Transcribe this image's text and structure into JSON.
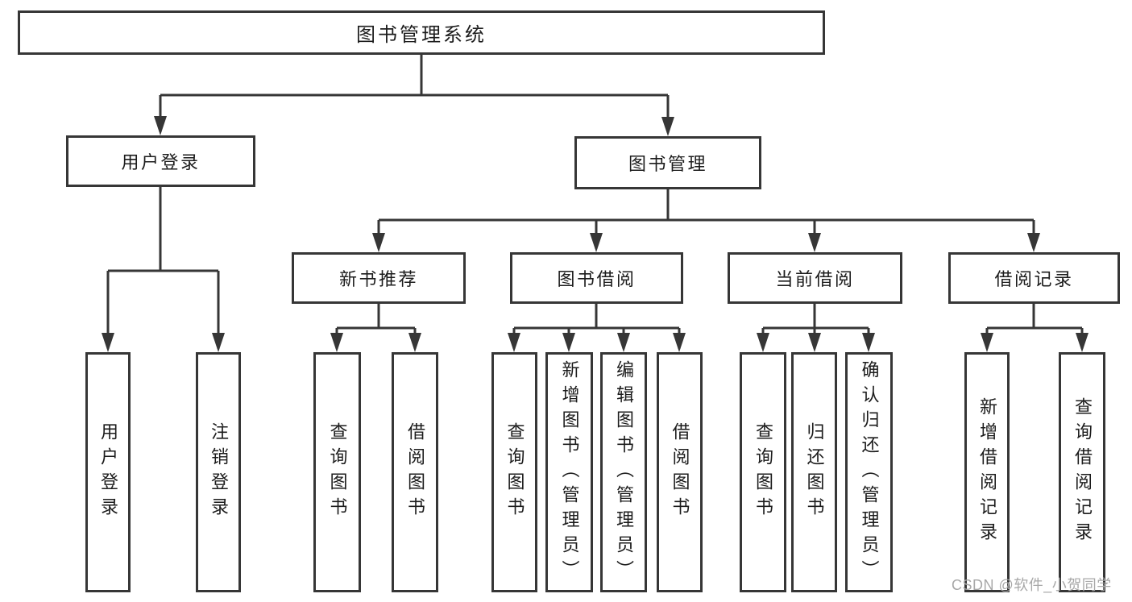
{
  "diagram": {
    "type": "hierarchy-tree",
    "title": "图书管理系统",
    "watermark": "CSDN @软件_小贺同学",
    "colors": {
      "line": "#363636",
      "box_border": "#363636",
      "text": "#1c1c1c",
      "background": "#ffffff",
      "watermark": "#a8a8a8"
    },
    "nodes": {
      "root": {
        "label": "图书管理系统"
      },
      "login": {
        "label": "用户登录"
      },
      "mgmt": {
        "label": "图书管理"
      },
      "login_user": {
        "label": "用户登录"
      },
      "login_logout": {
        "label": "注销登录"
      },
      "rec": {
        "label": "新书推荐"
      },
      "borrow": {
        "label": "图书借阅"
      },
      "current": {
        "label": "当前借阅"
      },
      "record": {
        "label": "借阅记录"
      },
      "rec_query": {
        "label": "查询图书"
      },
      "rec_borrow": {
        "label": "借阅图书"
      },
      "borrow_query": {
        "label": "查询图书"
      },
      "borrow_add": {
        "label": "新增图书（管理员）"
      },
      "borrow_edit": {
        "label": "编辑图书（管理员）"
      },
      "borrow_lend": {
        "label": "借阅图书"
      },
      "current_query": {
        "label": "查询图书"
      },
      "current_return": {
        "label": "归还图书"
      },
      "current_confirm": {
        "label": "确认归还（管理员）"
      },
      "record_add": {
        "label": "新增借阅记录"
      },
      "record_query": {
        "label": "查询借阅记录"
      }
    },
    "edges": [
      [
        "root",
        "login"
      ],
      [
        "root",
        "mgmt"
      ],
      [
        "login",
        "login_user"
      ],
      [
        "login",
        "login_logout"
      ],
      [
        "mgmt",
        "rec"
      ],
      [
        "mgmt",
        "borrow"
      ],
      [
        "mgmt",
        "current"
      ],
      [
        "mgmt",
        "record"
      ],
      [
        "rec",
        "rec_query"
      ],
      [
        "rec",
        "rec_borrow"
      ],
      [
        "borrow",
        "borrow_query"
      ],
      [
        "borrow",
        "borrow_add"
      ],
      [
        "borrow",
        "borrow_edit"
      ],
      [
        "borrow",
        "borrow_lend"
      ],
      [
        "current",
        "current_query"
      ],
      [
        "current",
        "current_return"
      ],
      [
        "current",
        "current_confirm"
      ],
      [
        "record",
        "record_add"
      ],
      [
        "record",
        "record_query"
      ]
    ]
  }
}
